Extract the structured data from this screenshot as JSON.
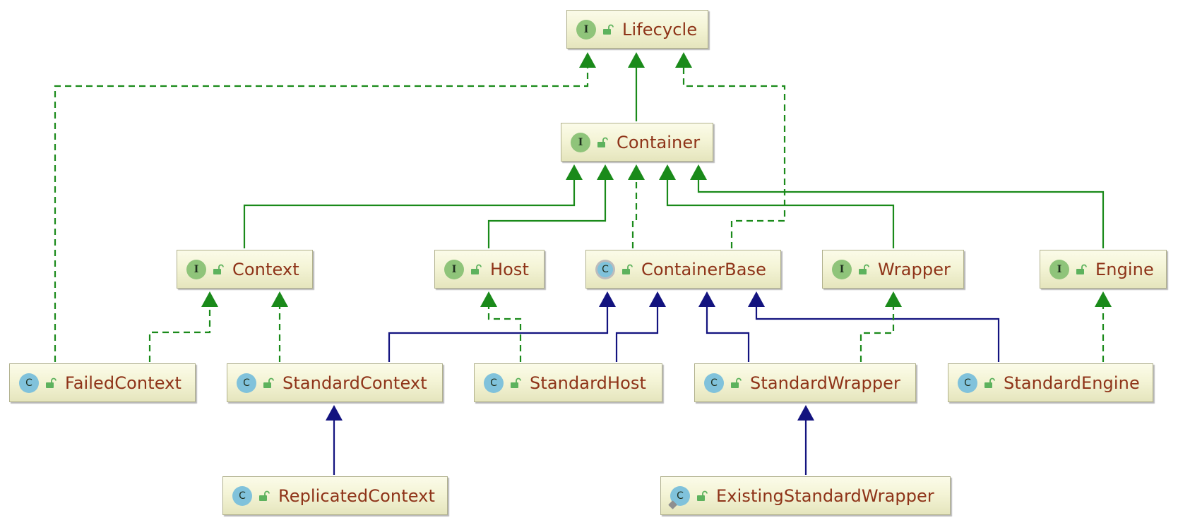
{
  "nodes": [
    {
      "id": "lifecycle",
      "name": "Lifecycle",
      "kind": "interface",
      "badge": "I",
      "visibility": "public"
    },
    {
      "id": "container",
      "name": "Container",
      "kind": "interface",
      "badge": "I",
      "visibility": "public"
    },
    {
      "id": "context",
      "name": "Context",
      "kind": "interface",
      "badge": "I",
      "visibility": "public"
    },
    {
      "id": "host",
      "name": "Host",
      "kind": "interface",
      "badge": "I",
      "visibility": "public"
    },
    {
      "id": "containerbase",
      "name": "ContainerBase",
      "kind": "abstract-class",
      "badge": "C",
      "visibility": "public"
    },
    {
      "id": "wrapper",
      "name": "Wrapper",
      "kind": "interface",
      "badge": "I",
      "visibility": "public"
    },
    {
      "id": "engine",
      "name": "Engine",
      "kind": "interface",
      "badge": "I",
      "visibility": "public"
    },
    {
      "id": "failedcontext",
      "name": "FailedContext",
      "kind": "class",
      "badge": "C",
      "visibility": "public"
    },
    {
      "id": "standardcontext",
      "name": "StandardContext",
      "kind": "class",
      "badge": "C",
      "visibility": "public"
    },
    {
      "id": "standardhost",
      "name": "StandardHost",
      "kind": "class",
      "badge": "C",
      "visibility": "public"
    },
    {
      "id": "standardwrapper",
      "name": "StandardWrapper",
      "kind": "class",
      "badge": "C",
      "visibility": "public"
    },
    {
      "id": "standardengine",
      "name": "StandardEngine",
      "kind": "class",
      "badge": "C",
      "visibility": "public"
    },
    {
      "id": "replicatedcontext",
      "name": "ReplicatedContext",
      "kind": "class",
      "badge": "C",
      "visibility": "public"
    },
    {
      "id": "existingstandardwrapper",
      "name": "ExistingStandardWrapper",
      "kind": "class",
      "badge": "C",
      "visibility": "public",
      "pinned": true
    }
  ],
  "edges": [
    {
      "from": "container",
      "to": "lifecycle",
      "type": "extends-interface"
    },
    {
      "from": "failedcontext",
      "to": "lifecycle",
      "type": "implements"
    },
    {
      "from": "containerbase",
      "to": "lifecycle",
      "type": "implements"
    },
    {
      "from": "context",
      "to": "container",
      "type": "extends-interface"
    },
    {
      "from": "host",
      "to": "container",
      "type": "extends-interface"
    },
    {
      "from": "containerbase",
      "to": "container",
      "type": "implements"
    },
    {
      "from": "wrapper",
      "to": "container",
      "type": "extends-interface"
    },
    {
      "from": "engine",
      "to": "container",
      "type": "extends-interface"
    },
    {
      "from": "failedcontext",
      "to": "context",
      "type": "implements"
    },
    {
      "from": "standardcontext",
      "to": "context",
      "type": "implements"
    },
    {
      "from": "standardhost",
      "to": "host",
      "type": "implements"
    },
    {
      "from": "standardcontext",
      "to": "containerbase",
      "type": "extends"
    },
    {
      "from": "standardhost",
      "to": "containerbase",
      "type": "extends"
    },
    {
      "from": "standardwrapper",
      "to": "containerbase",
      "type": "extends"
    },
    {
      "from": "standardengine",
      "to": "containerbase",
      "type": "extends"
    },
    {
      "from": "standardwrapper",
      "to": "wrapper",
      "type": "implements"
    },
    {
      "from": "standardengine",
      "to": "engine",
      "type": "implements"
    },
    {
      "from": "replicatedcontext",
      "to": "standardcontext",
      "type": "extends"
    },
    {
      "from": "existingstandardwrapper",
      "to": "standardwrapper",
      "type": "extends"
    }
  ],
  "colors": {
    "interface_edge": "#1a8a1a",
    "class_edge": "#13137f",
    "node_text": "#8e3318",
    "interface_badge": "#8fc47a",
    "class_badge": "#80c2db",
    "lock": "#5db25d"
  },
  "icons": {
    "interface": "interface-badge-icon",
    "class": "class-badge-icon",
    "abstract": "abstract-class-badge-icon",
    "visibility": "public-lock-icon",
    "pinned": "pin-icon"
  }
}
